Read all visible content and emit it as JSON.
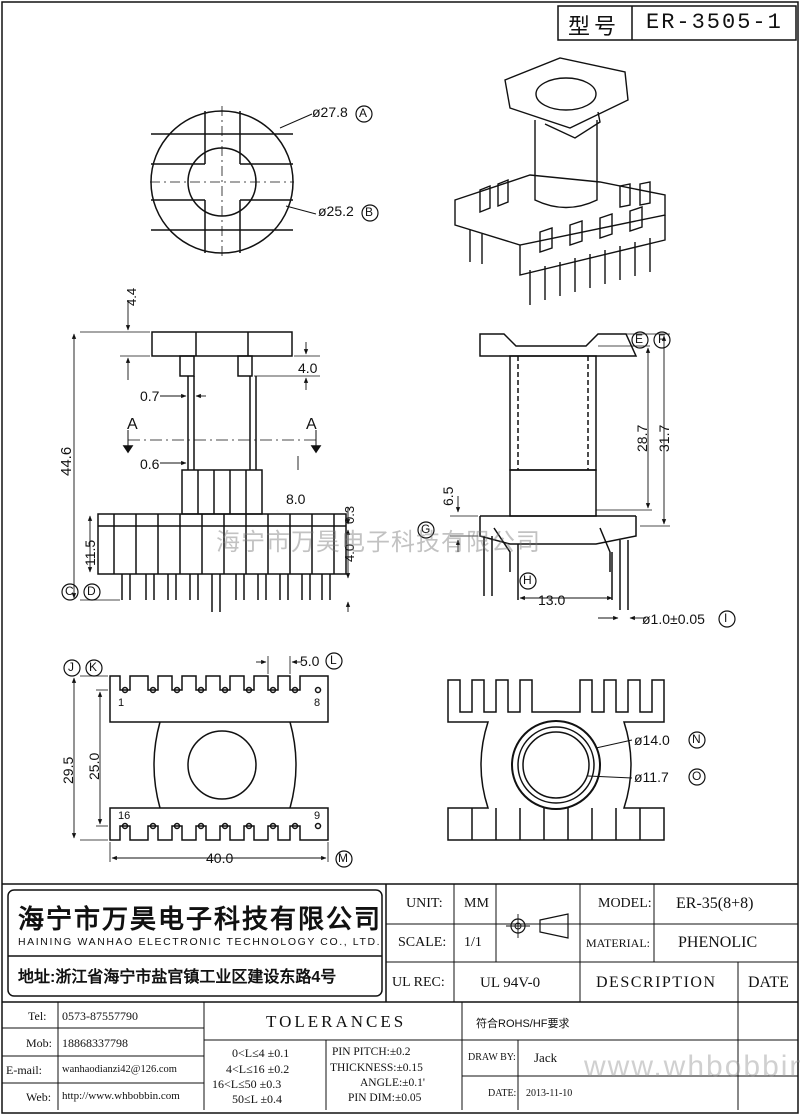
{
  "model_box": {
    "label": "型号",
    "value": "ER-3505-1"
  },
  "dims": {
    "d27": "ø27.8",
    "d25": "ø25.2",
    "h4_4": "4.4",
    "h4_0": "4.0",
    "w0_7": "0.7",
    "w0_6": "0.6",
    "section": "A",
    "h44_6": "44.6",
    "w8_0": "8.0",
    "h11_5": "11.5",
    "h4_0b": "4.0",
    "h0_3": "0.3",
    "h28_7": "28.7",
    "h31_7": "31.7",
    "h6_5": "6.5",
    "w13_0": "13.0",
    "pin": "ø1.0±0.05",
    "w5_0": "5.0",
    "h29_5": "29.5",
    "h25_0": "25.0",
    "w40_0": "40.0",
    "d14": "ø14.0",
    "d11_7": "ø11.7",
    "pin1": "1",
    "pin8": "8",
    "pin16": "16",
    "pin9": "9"
  },
  "refs": [
    "A",
    "B",
    "C",
    "D",
    "E",
    "F",
    "G",
    "H",
    "I",
    "J",
    "K",
    "L",
    "M",
    "N",
    "O"
  ],
  "watermark": "海宁市万昊电子科技有限公司",
  "company": {
    "name_cn": "海宁市万昊电子科技有限公司",
    "name_en": "HAINING WANHAO ELECTRONIC TECHNOLOGY CO., LTD.",
    "address": "地址:浙江省海宁市盐官镇工业区建设东路4号"
  },
  "contacts": [
    {
      "label": "Tel:",
      "value": "0573-87557790"
    },
    {
      "label": "Mob:",
      "value": "18868337798"
    },
    {
      "label": "E-mail:",
      "value": "wanhaodianzi42@126.com"
    },
    {
      "label": "Web:",
      "value": "http://www.whbobbin.com"
    }
  ],
  "spec": {
    "unit_label": "UNIT:",
    "unit_value": "MM",
    "scale_label": "SCALE:",
    "scale_value": "1/1",
    "ulrec_label": "UL REC:",
    "ulrec_value": "UL 94V-0",
    "model_label": "MODEL:",
    "model_value": "ER-35(8+8)",
    "material_label": "MATERIAL:",
    "material_value": "PHENOLIC",
    "description": "DESCRIPTION",
    "date_header": "DATE"
  },
  "tolerances": {
    "title": "TOLERANCES",
    "rohs": "符合ROHS/HF要求",
    "ranges": [
      "0<L≤4 ±0.1",
      "4<L≤16 ±0.2",
      "16<L≤50 ±0.3",
      "50≤L ±0.4"
    ],
    "pin": [
      "PIN PITCH:±0.2",
      "THICKNESS:±0.15",
      "ANGLE:±0.1'",
      "PIN DIM:±0.05"
    ]
  },
  "draw": {
    "by_label": "DRAW BY:",
    "by_value": "Jack",
    "date_label": "DATE:",
    "date_value": "2013-11-10"
  },
  "site_watermark": "www.whbobbin.com"
}
